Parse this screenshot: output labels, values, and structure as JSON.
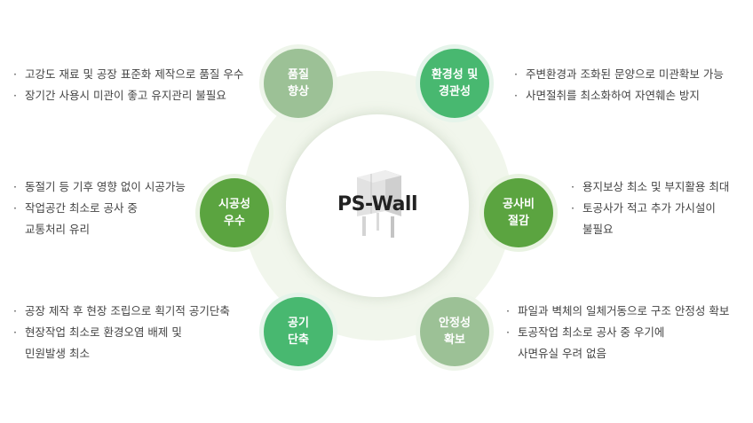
{
  "center": {
    "title": "PS-Wall"
  },
  "nodes": {
    "quality": {
      "line1": "품질",
      "line2": "향상",
      "color": "#9cc196",
      "halo": "#eef5ea"
    },
    "scenery": {
      "line1": "환경성 및",
      "line2": "경관성",
      "color": "#48b870",
      "halo": "#e5f4ea"
    },
    "construct": {
      "line1": "시공성",
      "line2": "우수",
      "color": "#5ba440",
      "halo": "#e9f3e2"
    },
    "cost": {
      "line1": "공사비",
      "line2": "절감",
      "color": "#5ba440",
      "halo": "#e9f3e2"
    },
    "period": {
      "line1": "공기",
      "line2": "단축",
      "color": "#48b870",
      "halo": "#e5f4ea"
    },
    "safety": {
      "line1": "안정성",
      "line2": "확보",
      "color": "#9cc196",
      "halo": "#eef5ea"
    }
  },
  "descs": {
    "quality": [
      "고강도 재료 및 공장 표준화 제작으로 품질 우수",
      "장기간 사용시 미관이 좋고 유지관리 불필요"
    ],
    "scenery": [
      "주변환경과 조화된 문양으로 미관확보 가능",
      "사면절취를 최소화하여 자연훼손 방지"
    ],
    "construct": [
      "동절기 등 기후 영향 없이 시공가능",
      "작업공간 최소로 공사 중",
      "교통처리 유리"
    ],
    "cost": [
      "용지보상 최소 및 부지활용 최대",
      "토공사가 적고 추가 가시설이",
      "불필요"
    ],
    "period": [
      "공장 제작 후 현장 조립으로 획기적 공기단축",
      "현장작업 최소로 환경오염 배제 및",
      "민원발생 최소"
    ],
    "safety": [
      "파일과 벽체의 일체거동으로 구조 안정성 확보",
      "토공작업 최소로 공사 중 우기에",
      "사면유실 우려 없음"
    ]
  }
}
